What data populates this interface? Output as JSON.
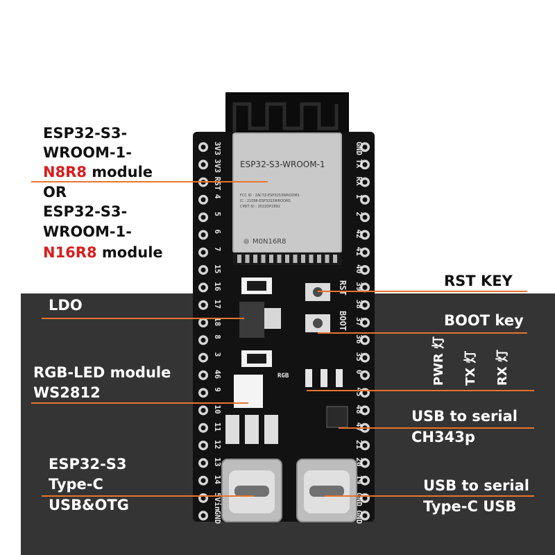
{
  "labels": {
    "module_line1": "ESP32-S3-",
    "module_line2": "WROOM-1-",
    "module_variant1": "N8R8",
    "module_suffix": " module",
    "or": "OR",
    "module_line4": "ESP32-S3-",
    "module_line5": "WROOM-1-",
    "module_variant2": "N16R8",
    "ldo": "LDO",
    "rgb_line1": "RGB-LED module",
    "rgb_line2": "WS2812",
    "esp_usb_line1": "ESP32-S3",
    "esp_usb_line2": "Type-C",
    "esp_usb_line3": "USB&OTG",
    "rst_key": "RST KEY",
    "boot_key": "BOOT key",
    "pwr_led": "PWR 灯",
    "tx_led": "TX 灯",
    "rx_led": "RX 灯",
    "usb_serial_line1": "USB to serial",
    "usb_serial_line2": "CH343p",
    "usb_serial_c_line1": "USB to serial",
    "usb_serial_c_line2": "Type-C USB"
  },
  "module": {
    "name": "ESP32-S3-WROOM-1",
    "fcc": "FCC ID : 2AC7Z-ESP32S3WROOM1",
    "ic": "IC : 21098-ESP32S3WROOM1",
    "cmiit": "CMIIT ID : 2022DP2892",
    "marking": "M0N16R8"
  },
  "silkscreen": {
    "rst": "RST",
    "boot": "BOOT",
    "rgb": "RGB",
    "left_pins": [
      "3V3",
      "3V3",
      "RST",
      "4",
      "5",
      "6",
      "7",
      "15",
      "16",
      "17",
      "18",
      "8",
      "3",
      "46",
      "9",
      "10",
      "11",
      "12",
      "13",
      "14",
      "5Vin",
      "GND"
    ],
    "right_pins": [
      "GND",
      "TX",
      "RX",
      "1",
      "2",
      "42",
      "41",
      "40",
      "39",
      "38",
      "37",
      "36",
      "35",
      "0",
      "45",
      "48",
      "47",
      "21",
      "20",
      "19",
      "GND",
      "GND"
    ]
  },
  "colors": {
    "accent_line": "#e8742e",
    "highlight_red": "#d81e1e",
    "dark_bg": "#343434",
    "pcb": "#121212"
  }
}
